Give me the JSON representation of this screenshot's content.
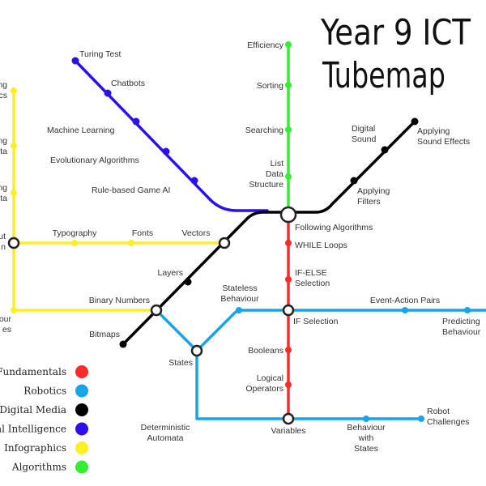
{
  "title": {
    "line1": "Year 9 ICT",
    "line2": "Tubemap"
  },
  "colors": {
    "fundamentals": "#ff2a2a",
    "robotics": "#1aa3e8",
    "digital_media": "#000000",
    "ai": "#2a10ee",
    "infographics": "#ffee22",
    "algorithms": "#33ee33"
  },
  "legend": [
    {
      "label": "Fundamentals",
      "color": "#ff2a2a"
    },
    {
      "label": "Robotics",
      "color": "#1aa3e8"
    },
    {
      "label": "Digital Media",
      "color": "#000000"
    },
    {
      "label": "al Intelligence",
      "color": "#2a10ee"
    },
    {
      "label": "Infographics",
      "color": "#ffee22"
    },
    {
      "label": "Algorithms",
      "color": "#33ee33"
    }
  ],
  "stations": {
    "turing_test": "Turing Test",
    "chatbots": "Chatbots",
    "machine_learning": "Machine Learning",
    "evolutionary_algorithms": "Evolutionary Algorithms",
    "rule_based_game_ai": "Rule-based Game AI",
    "efficiency": "Efficiency",
    "sorting": "Sorting",
    "searching": "Searching",
    "list_data_structure": [
      "List",
      "Data",
      "Structure"
    ],
    "following_algorithms": "Following Algorithms",
    "digital_sound": [
      "Digital",
      "Sound"
    ],
    "applying_sound_effects": [
      "Applying",
      "Sound Effects"
    ],
    "applying_filters": [
      "Applying",
      "Filters"
    ],
    "while_loops": "WHILE Loops",
    "if_else_selection": [
      "IF-ELSE",
      "Selection"
    ],
    "if_selection": "IF Selection",
    "booleans": "Booleans",
    "logical_operators": [
      "Logical",
      "Operators"
    ],
    "variables": "Variables",
    "typography": "Typography",
    "fonts": "Fonts",
    "vectors": "Vectors",
    "layers": "Layers",
    "binary_numbers": "Binary Numbers",
    "bitmaps": "Bitmaps",
    "stateless_behaviour": [
      "Stateless",
      "Behaviour"
    ],
    "states": "States",
    "event_action_pairs": "Event-Action Pairs",
    "predicting_behaviour": [
      "Predicting",
      "Behaviour"
    ],
    "deterministic_automata": [
      "Deterministic",
      "Automata"
    ],
    "behaviour_with_states": [
      "Behaviour",
      "with",
      "States"
    ],
    "robot_challenges": [
      "Robot",
      "Challenges"
    ],
    "left_1": [
      "ng",
      "cs"
    ],
    "left_2": [
      "ng",
      "ta"
    ],
    "left_3": [
      "ng",
      "ta"
    ],
    "left_4": [
      "ut",
      "n"
    ],
    "left_5": [
      "our",
      "es"
    ]
  }
}
